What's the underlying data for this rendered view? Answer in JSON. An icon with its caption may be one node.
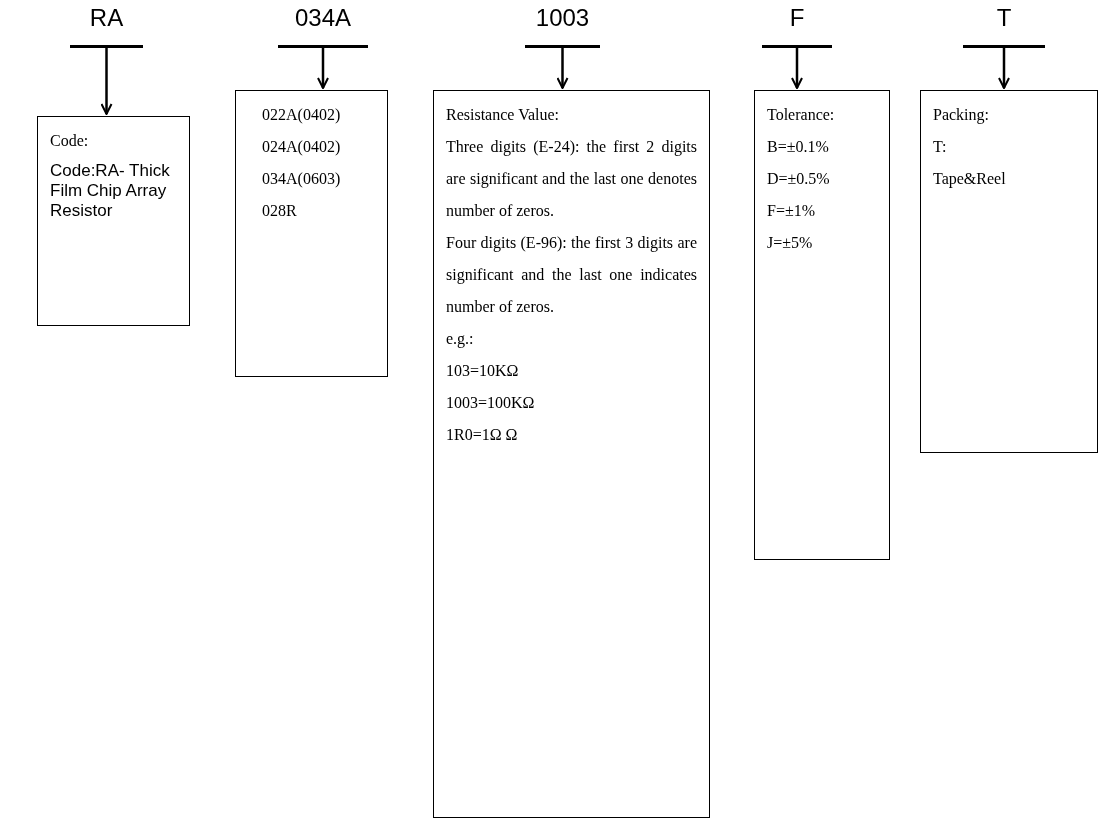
{
  "diagram": {
    "nodes": [
      {
        "text": [
          "RA"
        ]
      },
      {
        "text": [
          "034A"
        ]
      },
      {
        "text": [
          "1003"
        ]
      },
      {
        "text": [
          "F"
        ]
      },
      {
        "text": [
          "T"
        ]
      },
      {
        "text": [
          "Code:",
          "Code:RA- Thick Film Chip Array Resistor"
        ]
      },
      {
        "text": [
          "022A(0402)",
          "024A(0402)",
          "034A(0603)",
          "028R"
        ]
      },
      {
        "text": [
          "Resistance Value:",
          "Three digits (E-24): the first 2 digits are significant and the last one denotes number of zeros.",
          "Four digits (E-96): the first 3 digits are significant and the last one indicates number of zeros.",
          "e.g.:",
          "103=10KΩ",
          "1003=100KΩ",
          "1R0=1Ω Ω"
        ]
      },
      {
        "text": [
          "Tolerance:",
          "B=±0.1%",
          "D=±0.5%",
          "F=±1%",
          "J=±5%"
        ]
      },
      {
        "text": [
          "Packing:",
          "T:",
          "Tape&Reel"
        ]
      }
    ],
    "edges": [
      {
        "from": 0,
        "to": 5,
        "arrow": "to"
      },
      {
        "from": 1,
        "to": 6,
        "arrow": "to"
      },
      {
        "from": 2,
        "to": 7,
        "arrow": "to"
      },
      {
        "from": 3,
        "to": 8,
        "arrow": "to"
      },
      {
        "from": 4,
        "to": 9,
        "arrow": "to"
      }
    ]
  }
}
